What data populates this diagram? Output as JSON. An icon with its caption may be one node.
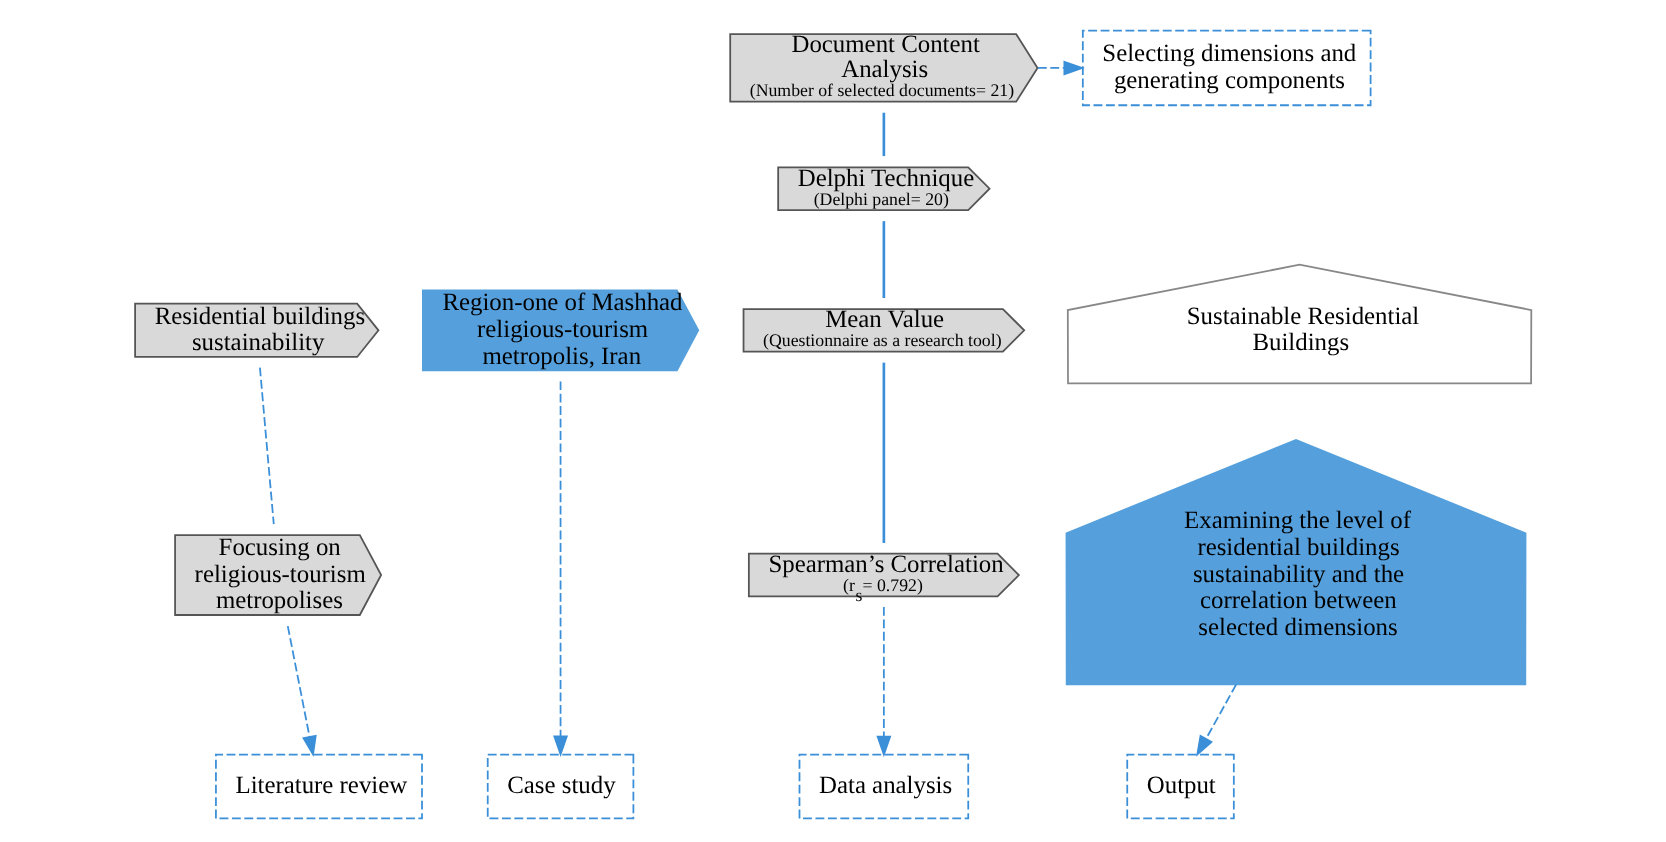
{
  "diagram": {
    "nodes": [
      {
        "text": [
          "Selecting dimensions and generating components"
        ]
      },
      {
        "text": [
          "Residential buildings sustainability"
        ]
      },
      {
        "text": [
          "Focusing on religious-tourism metropolises"
        ]
      },
      {
        "text": [
          "Region-one of Mashhad religious-tourism metropolis, Iran"
        ]
      },
      {
        "text": [
          "Document Content Analysis",
          "(Number of selected documents= 21)"
        ]
      },
      {
        "text": [
          "Delphi Technique",
          "(Delphi panel= 20)"
        ]
      },
      {
        "text": [
          "Mean Value",
          "(Questionnaire as a research tool)"
        ]
      },
      {
        "text": [
          "Spearman’s Correlation",
          "(r$_{s}$= 0.792)"
        ]
      },
      {
        "text": [
          "Sustainable Residential Buildings"
        ]
      },
      {
        "text": [
          "Examining the level of residential buildings sustainability and the correlation between selected dimensions"
        ]
      },
      {
        "text": [
          "Literature review"
        ]
      },
      {
        "text": [
          "Case study"
        ]
      },
      {
        "text": [
          "Data analysis"
        ]
      },
      {
        "text": [
          "Output"
        ]
      }
    ],
    "edges": [
      {
        "from": 4,
        "to": 0,
        "arrow": "to",
        "style": "dashed"
      },
      {
        "from": 1,
        "to": 2,
        "arrow": "none",
        "style": "dashed"
      },
      {
        "from": 2,
        "to": 10,
        "arrow": "to",
        "style": "dashed"
      },
      {
        "from": 3,
        "to": 11,
        "arrow": "to",
        "style": "dashed"
      },
      {
        "from": 4,
        "to": 5,
        "arrow": "none"
      },
      {
        "from": 5,
        "to": 6,
        "arrow": "none"
      },
      {
        "from": 6,
        "to": 7,
        "arrow": "none"
      },
      {
        "from": 7,
        "to": 12,
        "arrow": "to",
        "style": "dashed"
      },
      {
        "from": 9,
        "to": 13,
        "arrow": "to",
        "style": "dashed"
      }
    ]
  }
}
